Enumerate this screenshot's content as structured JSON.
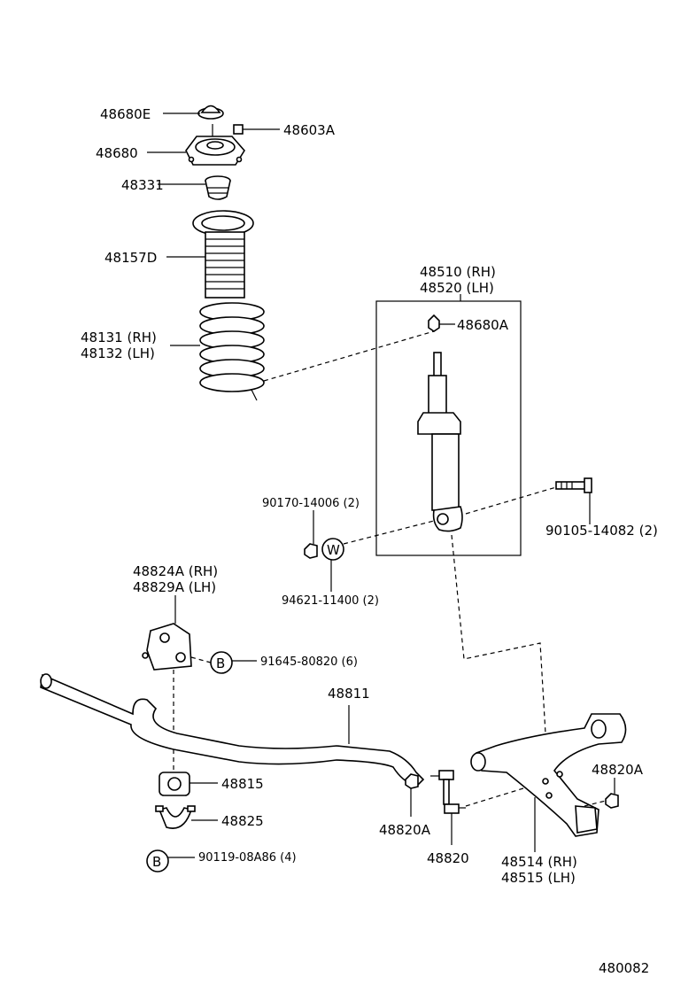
{
  "labels": {
    "p48680E": "48680E",
    "p48603A": "48603A",
    "p48680": "48680",
    "p48331": "48331",
    "p48157D": "48157D",
    "p48131": "48131 (RH)",
    "p48132": "48132 (LH)",
    "p48510": "48510 (RH)",
    "p48520": "48520 (LH)",
    "p48680A": "48680A",
    "p90170": "90170-14006 (2)",
    "p90105": "90105-14082 (2)",
    "p94621": "94621-11400 (2)",
    "p48824A": "48824A (RH)",
    "p48829A": "48829A (LH)",
    "p91645": "91645-80820 (6)",
    "p48811": "48811",
    "p48815": "48815",
    "p48825": "48825",
    "p90119": "90119-08A86 (4)",
    "p48820A_left": "48820A",
    "p48820": "48820",
    "p48514": "48514 (RH)",
    "p48515": "48515 (LH)",
    "p48820A_right": "48820A",
    "code": "480082"
  },
  "markers": {
    "W": "W",
    "B1": "B",
    "B2": "B"
  }
}
